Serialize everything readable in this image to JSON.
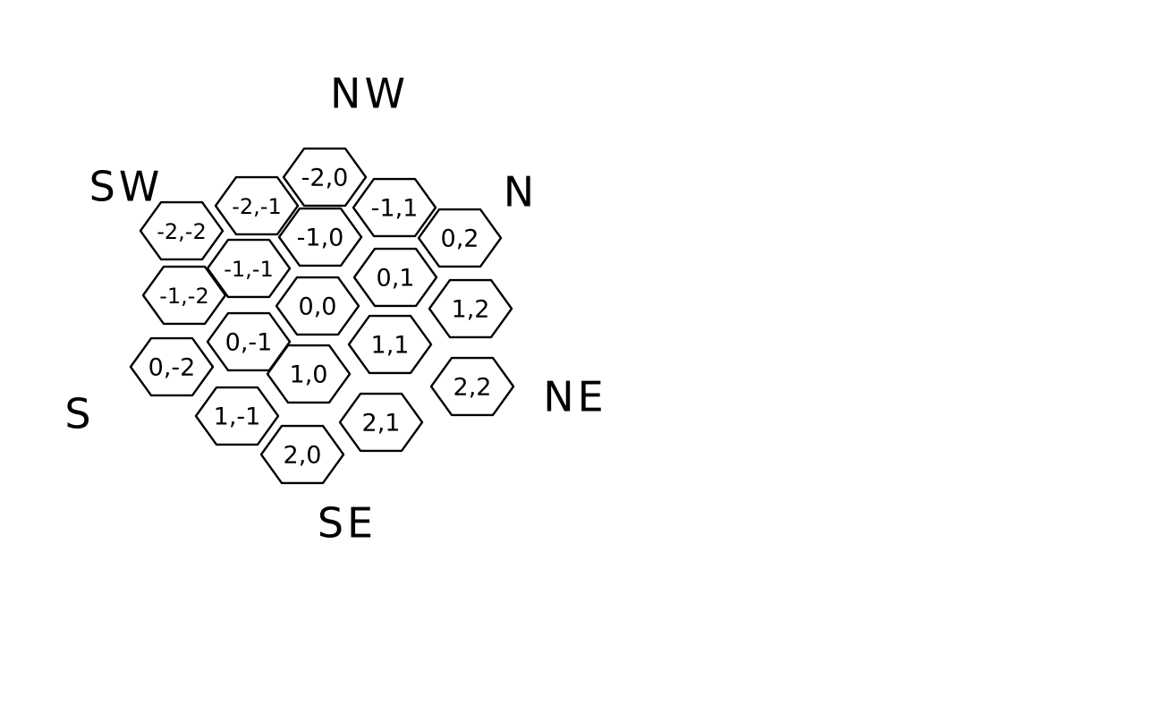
{
  "directions": {
    "nw": "NW",
    "n": "N",
    "sw": "SW",
    "ne": "NE",
    "s": "S",
    "se": "SE"
  },
  "cells": [
    {
      "label": "-2,0"
    },
    {
      "label": "-2,-1"
    },
    {
      "label": "-1,1"
    },
    {
      "label": "-2,-2"
    },
    {
      "label": "-1,0"
    },
    {
      "label": "0,2"
    },
    {
      "label": "-1,-1"
    },
    {
      "label": "0,1"
    },
    {
      "label": "-1,-2"
    },
    {
      "label": "0,0"
    },
    {
      "label": "1,2"
    },
    {
      "label": "0,-1"
    },
    {
      "label": "1,1"
    },
    {
      "label": "0,-2"
    },
    {
      "label": "1,0"
    },
    {
      "label": "2,2"
    },
    {
      "label": "1,-1"
    },
    {
      "label": "2,1"
    },
    {
      "label": "2,0"
    }
  ]
}
